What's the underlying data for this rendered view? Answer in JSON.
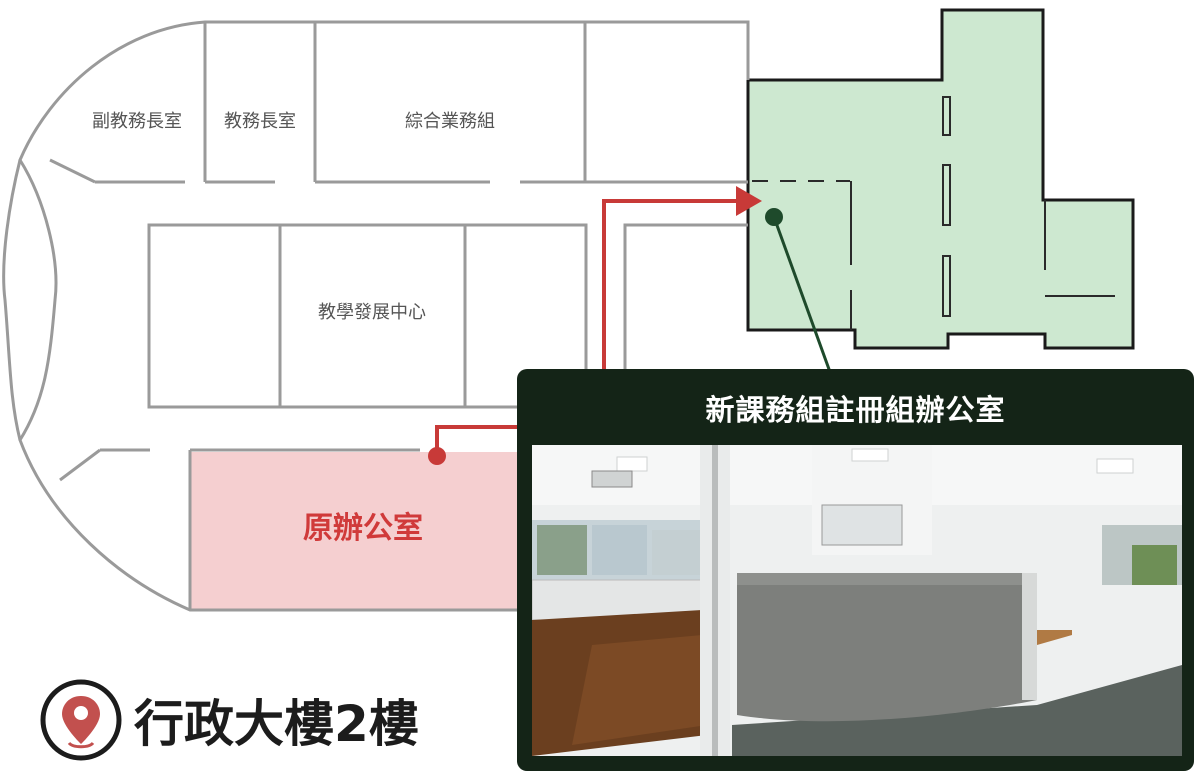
{
  "rooms": {
    "vice_dean": "副教務長室",
    "dean": "教務長室",
    "general_affairs": "綜合業務組",
    "teaching_center": "教學發展中心",
    "original_office": "原辦公室"
  },
  "new_office": {
    "title": "新課務組註冊組辦公室"
  },
  "building": {
    "label": "行政大樓2樓",
    "icon": "location-pin-icon"
  },
  "colors": {
    "green_area": "#cde8d0",
    "original_area": "#f5cfd0",
    "route_red": "#c83a38",
    "pointer_green": "#1e4a2b",
    "card_bg": "#142417",
    "wall_gray": "#9a9a9a"
  }
}
